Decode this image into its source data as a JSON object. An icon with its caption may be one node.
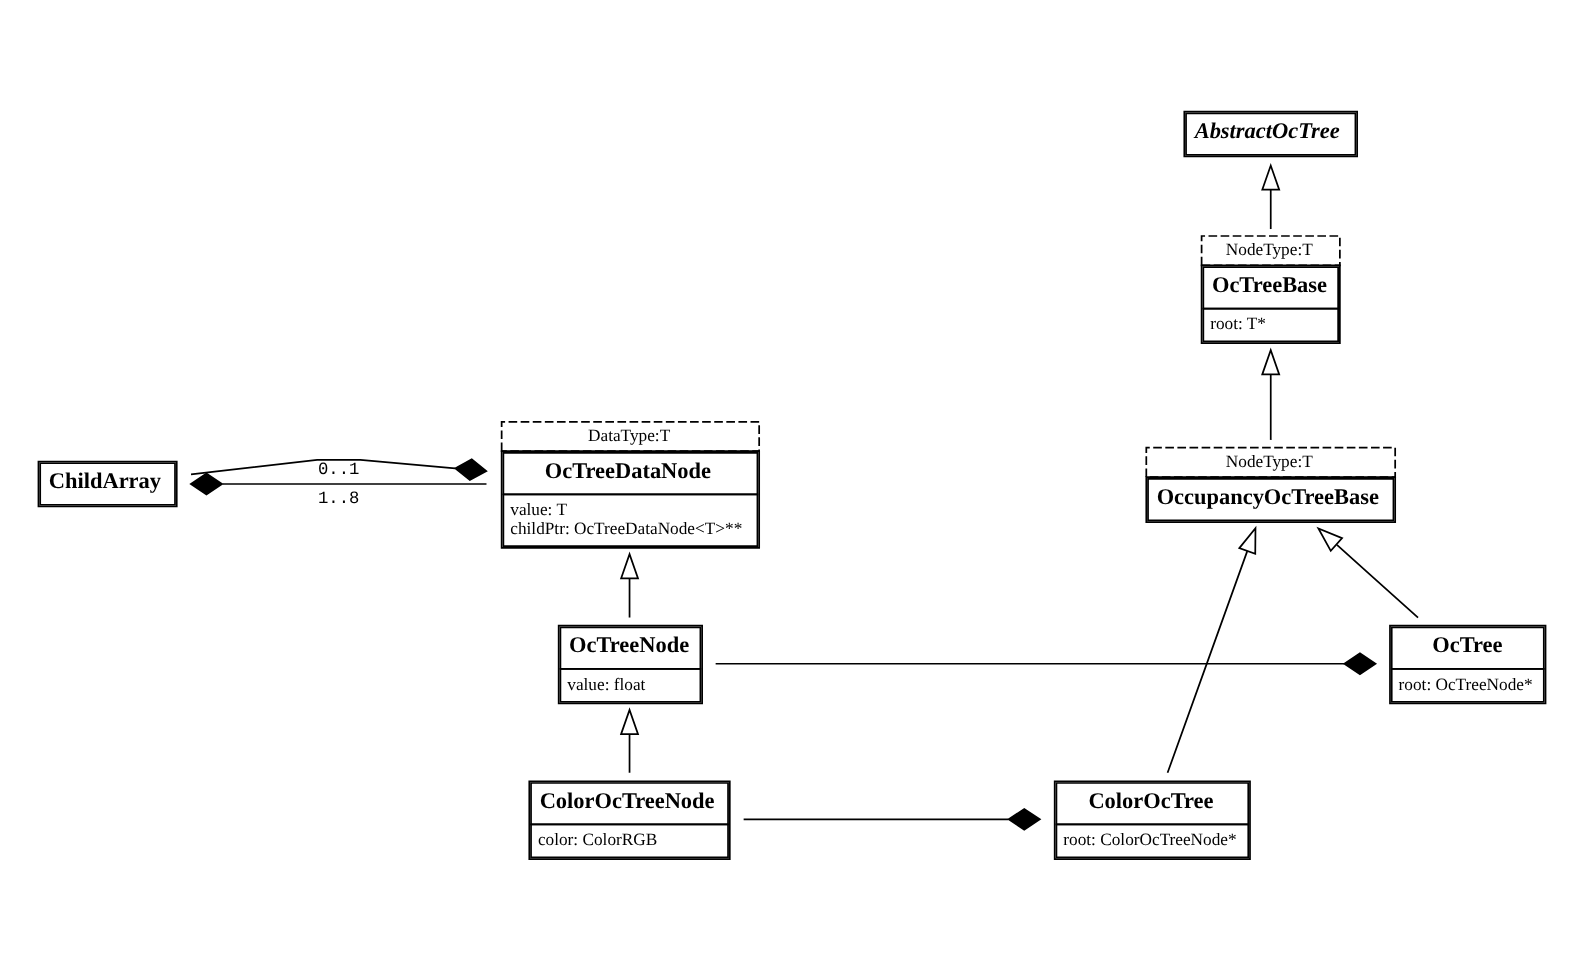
{
  "diagram": {
    "nodes": [
      {
        "text": [
          "AbstractOcTree"
        ]
      },
      {
        "text": [
          "OcTreeBase",
          "root: T*"
        ],
        "beside": [
          "NodeType:T"
        ]
      },
      {
        "text": [
          "OccupancyOcTreeBase"
        ],
        "beside": [
          "NodeType:T"
        ]
      },
      {
        "text": [
          "OcTreeDataNode",
          "value: T",
          "childPtr: OcTreeDataNode<T>**"
        ],
        "beside": [
          "DataType:T"
        ]
      },
      {
        "text": [
          "ChildArray"
        ]
      },
      {
        "text": [
          "OcTree",
          "root: OcTreeNode*"
        ]
      },
      {
        "text": [
          "OcTreeNode",
          "value: float"
        ]
      },
      {
        "text": [
          "ColorOcTree",
          "root: ColorOcTreeNode*"
        ]
      },
      {
        "text": [
          "ColorOcTreeNode",
          "color: ColorRGB"
        ]
      }
    ],
    "edges": [
      {
        "from": 1,
        "to": 0,
        "arrow": "to"
      },
      {
        "from": 2,
        "to": 1,
        "arrow": "to"
      },
      {
        "from": 5,
        "to": 2,
        "arrow": "to"
      },
      {
        "from": 7,
        "to": 2,
        "arrow": "to"
      },
      {
        "from": 6,
        "to": 3,
        "arrow": "to"
      },
      {
        "from": 8,
        "to": 6,
        "arrow": "to"
      },
      {
        "from": 5,
        "to": 6,
        "arrow": "other"
      },
      {
        "from": 7,
        "to": 8,
        "arrow": "other"
      },
      {
        "from": 4,
        "to": 3,
        "arrow": "other",
        "label": "1..8"
      },
      {
        "from": 3,
        "to": 4,
        "arrow": "other",
        "label": "0..1"
      }
    ]
  }
}
